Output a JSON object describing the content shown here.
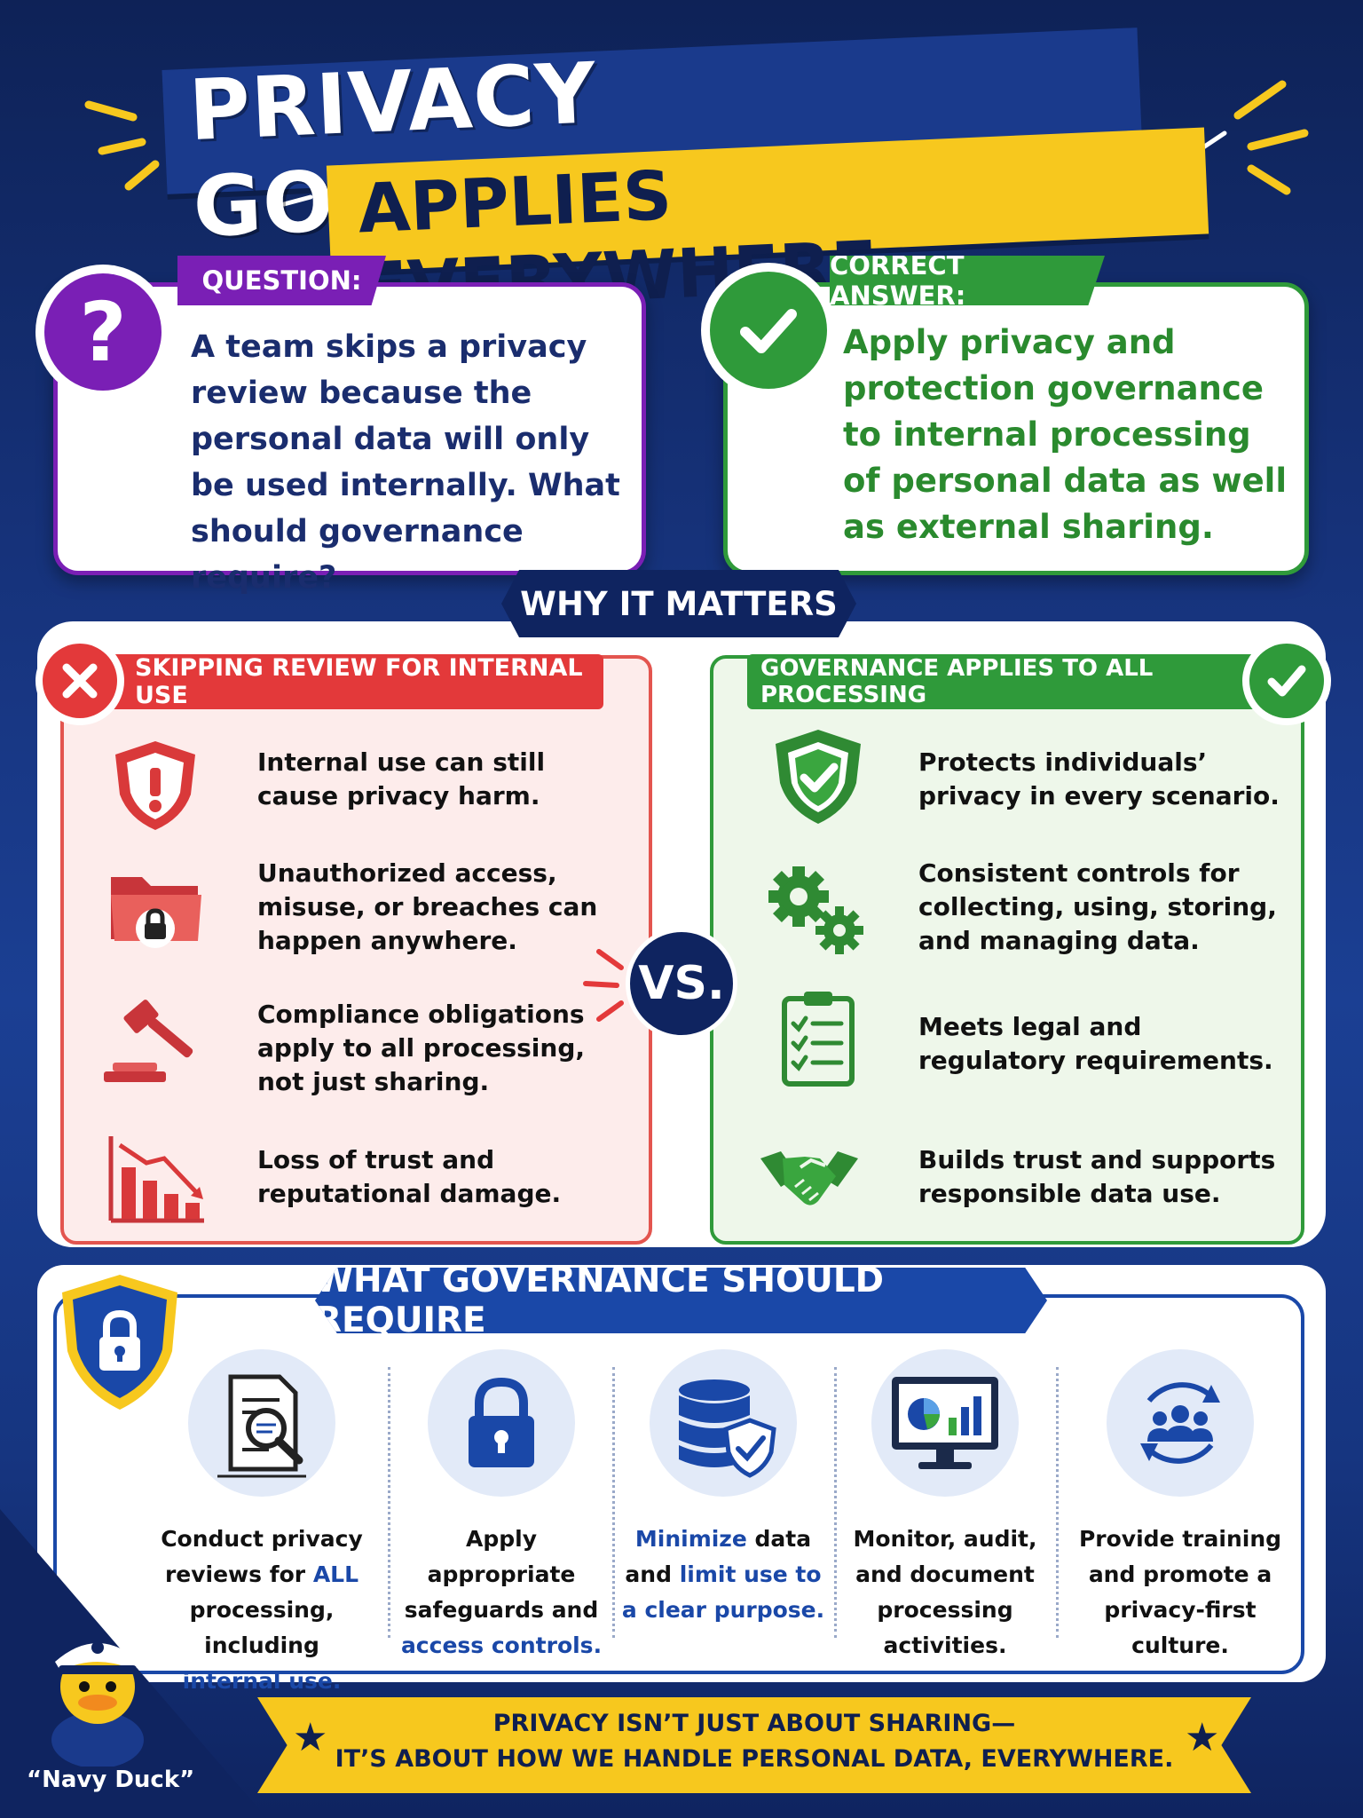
{
  "title": {
    "line1": "PRIVACY GOVERNANCE",
    "line2": "APPLIES EVERYWHERE"
  },
  "question": {
    "label": "QUESTION:",
    "icon": "question-mark-icon",
    "text": "A team skips a privacy review because the personal data will only be used internally. What should governance require?"
  },
  "answer": {
    "label": "CORRECT ANSWER:",
    "icon": "checkmark-icon",
    "text": "Apply privacy and protection governance to internal processing of personal data as well as external sharing."
  },
  "why": {
    "label": "WHY IT MATTERS",
    "vs": "VS.",
    "bad": {
      "heading": "SKIPPING REVIEW FOR INTERNAL USE",
      "items": [
        {
          "icon": "warning-shield-icon",
          "text": "Internal use can still cause privacy harm."
        },
        {
          "icon": "locked-folder-icon",
          "text": "Unauthorized access, misuse, or breaches can happen anywhere."
        },
        {
          "icon": "gavel-icon",
          "text": "Compliance obligations apply to all processing, not just sharing."
        },
        {
          "icon": "declining-chart-icon",
          "text": "Loss of trust and reputational damage."
        }
      ]
    },
    "good": {
      "heading": "GOVERNANCE APPLIES TO ALL PROCESSING",
      "items": [
        {
          "icon": "check-shield-icon",
          "text": "Protects individuals’ privacy in every scenario."
        },
        {
          "icon": "gears-icon",
          "text": "Consistent controls for collecting, using, storing, and managing data."
        },
        {
          "icon": "checklist-clipboard-icon",
          "text": "Meets legal and regulatory requirements."
        },
        {
          "icon": "handshake-icon",
          "text": "Builds trust and supports responsible data use."
        }
      ]
    }
  },
  "require": {
    "label": "WHAT GOVERNANCE SHOULD REQUIRE",
    "items": [
      {
        "icon": "document-magnifier-icon",
        "parts": [
          [
            "Conduct privacy reviews for ",
            false
          ],
          [
            "ALL",
            true
          ],
          [
            " processing, including ",
            false
          ],
          [
            "internal use.",
            true
          ]
        ]
      },
      {
        "icon": "padlock-icon",
        "parts": [
          [
            "Apply appropriate safeguards and ",
            false
          ],
          [
            "access controls.",
            true
          ]
        ]
      },
      {
        "icon": "database-shield-icon",
        "parts": [
          [
            "Minimize",
            true
          ],
          [
            " data and ",
            false
          ],
          [
            "limit use to a clear purpose.",
            true
          ]
        ]
      },
      {
        "icon": "monitor-chart-icon",
        "parts": [
          [
            "Monitor, audit, and document processing activities.",
            false
          ]
        ]
      },
      {
        "icon": "team-cycle-icon",
        "parts": [
          [
            "Provide training and promote a privacy-first culture.",
            false
          ]
        ]
      }
    ]
  },
  "footer": {
    "line1": "PRIVACY ISN’T JUST ABOUT SHARING—",
    "line2": "IT’S ABOUT HOW WE HANDLE PERSONAL DATA, EVERYWHERE.",
    "mascot_name": "“Navy Duck”"
  },
  "colors": {
    "navy": "#0f2460",
    "purple": "#7a1fb5",
    "green": "#2f9a3a",
    "red": "#e3393a",
    "yellow": "#f7c81e",
    "blue": "#1a48a8"
  }
}
